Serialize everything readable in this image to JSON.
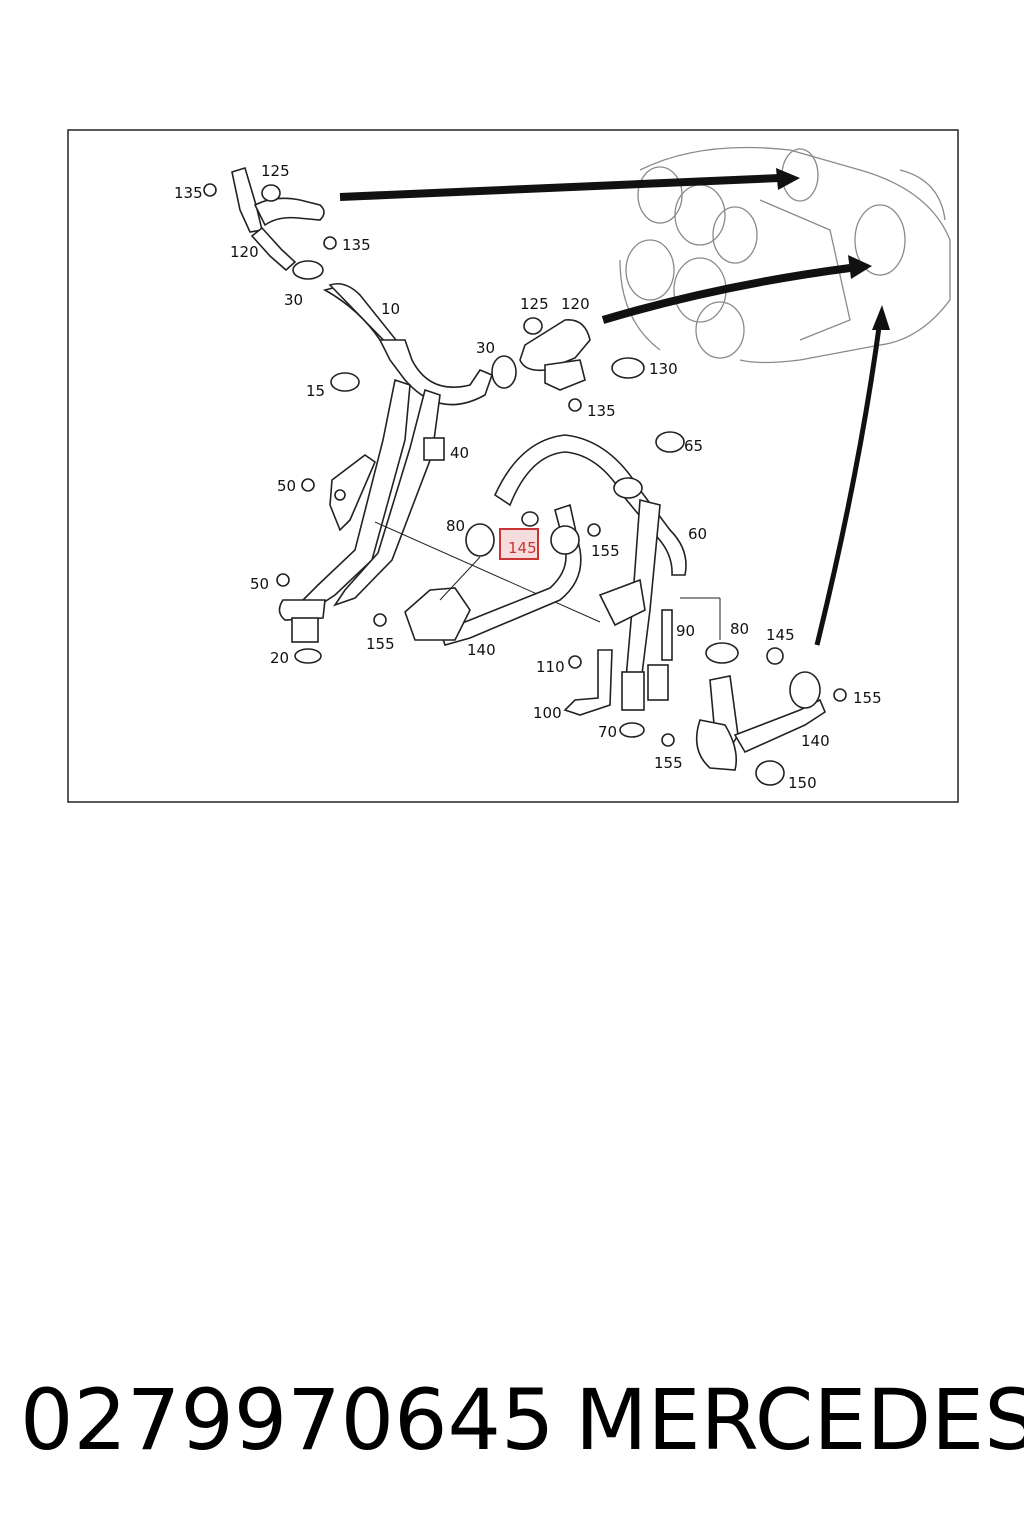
{
  "diagram": {
    "callouts": {
      "c135a": "135",
      "c125a": "125",
      "c120a": "120",
      "c135b": "135",
      "c30a": "30",
      "c10": "10",
      "c125b": "125",
      "c120b": "120",
      "c30b": "30",
      "c130": "130",
      "c135c": "135",
      "c15": "15",
      "c40": "40",
      "c65": "65",
      "c50a": "50",
      "c80a": "80",
      "c145a": "145",
      "c155a": "155",
      "c60": "60",
      "c50b": "50",
      "c155b": "155",
      "c140a": "140",
      "c90": "90",
      "c80b": "80",
      "c145b": "145",
      "c20": "20",
      "c110": "110",
      "c155c": "155",
      "c100": "100",
      "c70": "70",
      "c140b": "140",
      "c155d": "155",
      "c150": "150"
    },
    "highlight_color": "#cc3333"
  },
  "footer": {
    "part_number": "0279970645",
    "brand": "MERCEDES"
  }
}
